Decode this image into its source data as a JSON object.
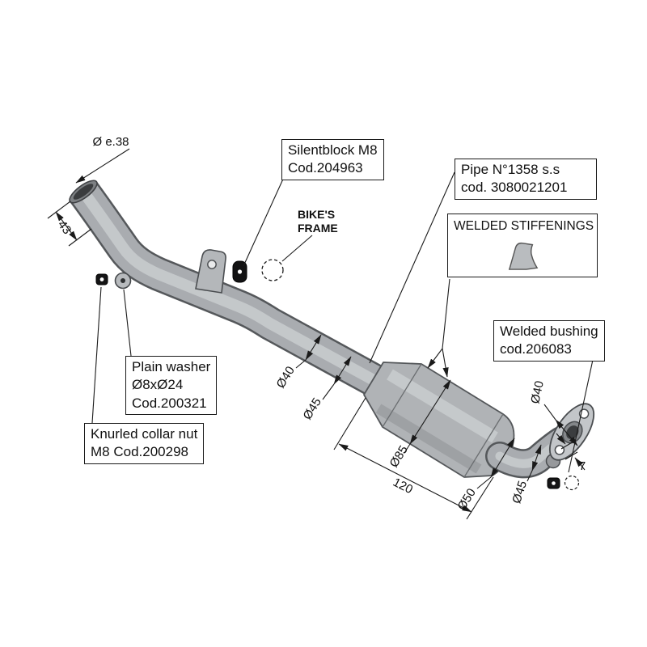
{
  "callouts": {
    "silentblock": {
      "lines": [
        "Silentblock M8",
        "Cod.204963"
      ]
    },
    "pipe": {
      "lines": [
        "Pipe N°1358 s.s",
        "cod. 3080021201"
      ]
    },
    "welded_stiffenings": {
      "title": "WELDED STIFFENINGS",
      "icon": "stiffening-gusset-icon"
    },
    "welded_bushing": {
      "lines": [
        "Welded bushing",
        "cod.206083"
      ]
    },
    "plain_washer": {
      "lines": [
        "Plain washer",
        "Ø8xØ24",
        "Cod.200321"
      ]
    },
    "knurled_nut": {
      "lines": [
        "Knurled collar nut",
        "M8 Cod.200298"
      ]
    },
    "bikes_frame": {
      "lines": [
        "BIKE'S",
        "FRAME"
      ]
    }
  },
  "dimensions": {
    "inlet_outer_diameter": "Ø e.38",
    "inlet_length": "43",
    "pipe_diameter_1": "Ø40",
    "pipe_diameter_2": "Ø45",
    "cat_diameter": "Ø85",
    "cat_length": "120",
    "cat_outlet_diameter": "Ø50",
    "bend_diameter": "Ø45",
    "flange_diameter": "Ø40",
    "bushing_height": "7"
  },
  "colors": {
    "background": "#ffffff",
    "line": "#1a1a1a",
    "pipe_outline": "#55585b",
    "pipe_body": "#a9acb0",
    "pipe_highlight": "#c9cccf",
    "rubber_black": "#121213"
  }
}
